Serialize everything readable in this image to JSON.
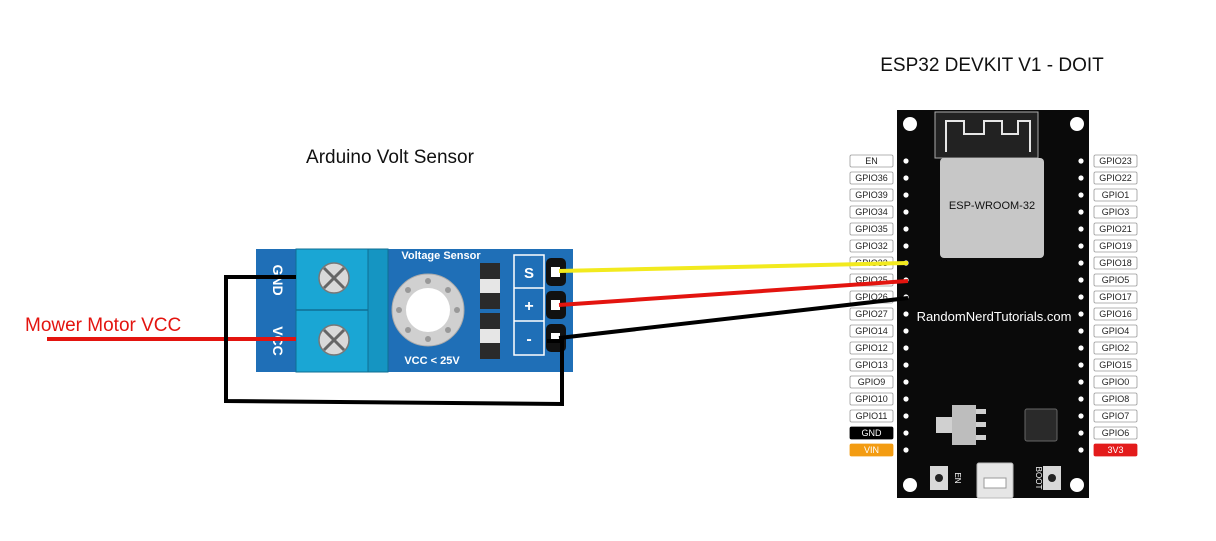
{
  "labels": {
    "esp_title": "ESP32 DEVKIT V1 - DOIT",
    "sensor_title": "Arduino Volt Sensor",
    "mower": "Mower Motor VCC",
    "module": "ESP-WROOM-32",
    "website": "RandomNerdTutorials.com",
    "en_button": "EN",
    "boot_button": "BOOT"
  },
  "sensor": {
    "name": "Voltage Sensor",
    "rating": "VCC < 25V",
    "terminal_gnd": "GND",
    "terminal_vcc": "VCC",
    "pin_s": "S",
    "pin_plus": "+",
    "pin_minus": "-"
  },
  "esp_pins": {
    "left": [
      "EN",
      "GPIO36",
      "GPIO39",
      "GPIO34",
      "GPIO35",
      "GPIO32",
      "GPIO33",
      "GPIO25",
      "GPIO26",
      "GPIO27",
      "GPIO14",
      "GPIO12",
      "GPIO13",
      "GPIO9",
      "GPIO10",
      "GPIO11",
      "GND",
      "VIN"
    ],
    "right": [
      "GPIO23",
      "GPIO22",
      "GPIO1",
      "GPIO3",
      "GPIO21",
      "GPIO19",
      "GPIO18",
      "GPIO5",
      "GPIO17",
      "GPIO16",
      "GPIO4",
      "GPIO2",
      "GPIO15",
      "GPIO0",
      "GPIO8",
      "GPIO7",
      "GPIO6",
      "3V3"
    ]
  },
  "colors": {
    "wire_signal": "#f2ea1e",
    "wire_vcc": "#e3140f",
    "wire_gnd": "#000000",
    "sensor_pcb": "#1f6fb7",
    "terminal_block": "#1aa6d4",
    "board": "#0a0a0a",
    "gnd_label": "#000000",
    "vin_label": "#f39c12",
    "v33_label": "#e31b1b"
  }
}
